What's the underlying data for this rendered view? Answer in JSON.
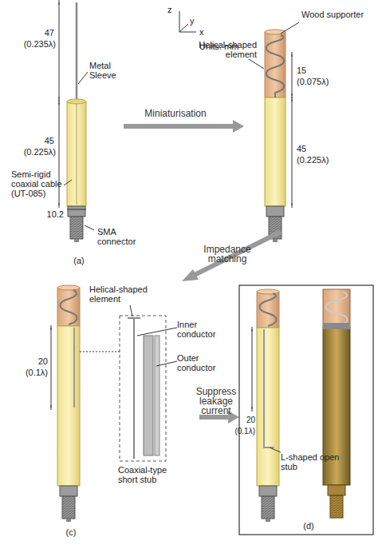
{
  "diagram": {
    "labels": [
      "z",
      "y",
      "x",
      "Units: mm",
      "47",
      "(0.235λ)",
      "Metal Sleeve",
      "45",
      "(0.225λ)",
      "Semi-rigid coaxial cable (UT-085)",
      "10.2",
      "SMA connector",
      "(a)",
      "Miniaturisation",
      "Wood supporter",
      "Helical-shaped element",
      "15",
      "(0.075λ)",
      "45",
      "(0.225λ)",
      "Impedance matching",
      "20",
      "(0.1λ)",
      "Helical-shaped element",
      "Inner conductor",
      "Outer conductor",
      "Coaxial-type short stub",
      "(c)",
      "Suppress leakage current",
      "20",
      "(0.1λ)",
      "L-shaped open stub",
      "(d)"
    ]
  }
}
